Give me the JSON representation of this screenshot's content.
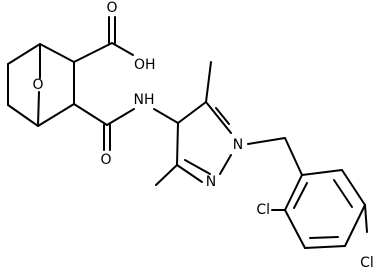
{
  "atom_labels": {
    "bridge_oxygen": "O",
    "hydroxyl": "OH",
    "carboxyl_oxygen": "O",
    "amide_nh": "NH",
    "amide_oxygen": "O",
    "pyrazole_n1": "N",
    "pyrazole_n2": "N",
    "chlorine_ortho": "Cl",
    "chlorine_para": "Cl"
  },
  "colors": {
    "bond": "#000000",
    "text": "#000000",
    "background": "#ffffff"
  }
}
